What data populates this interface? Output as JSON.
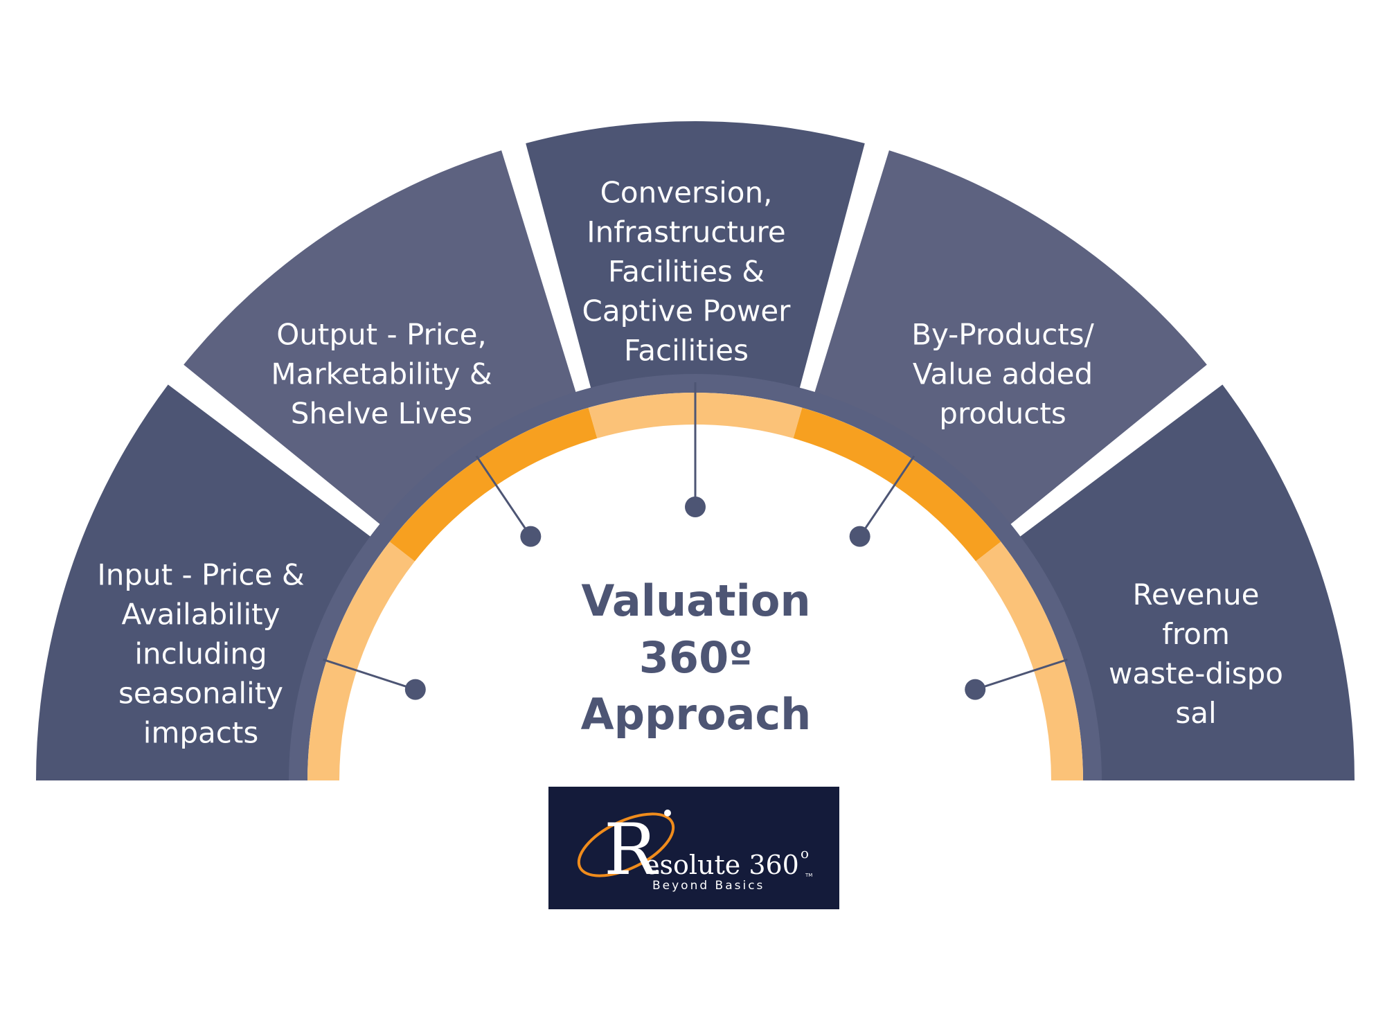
{
  "colors": {
    "segment_dark": "#4d5574",
    "segment_light": "#5d6280",
    "ring_dark_orange": "#f7a020",
    "ring_light_orange": "#fbc278",
    "ring_border": "#5a6181",
    "connector": "#4d5574",
    "title": "#4d5574",
    "logo_bg": "#141b3a",
    "logo_orbit": "#f08c1c"
  },
  "segments": [
    {
      "id": "input",
      "lines": [
        "Input - Price &",
        "Availability",
        "including",
        "seasonality",
        "impacts"
      ]
    },
    {
      "id": "output",
      "lines": [
        "Output - Price,",
        "Marketability &",
        "Shelve Lives"
      ]
    },
    {
      "id": "conversion",
      "lines": [
        "Conversion,",
        "Infrastructure",
        "Facilities &",
        "Captive Power",
        "Facilities"
      ]
    },
    {
      "id": "byproducts",
      "lines": [
        "By-Products/",
        "Value added",
        "products"
      ]
    },
    {
      "id": "revenue",
      "lines": [
        "Revenue",
        "from",
        "waste-dispo",
        "sal"
      ]
    }
  ],
  "center_title": {
    "lines": [
      "Valuation",
      "360º",
      "Approach"
    ]
  },
  "logo": {
    "brand_letter": "R",
    "brand_name": "esolute 360",
    "degree": "o",
    "trademark": "TM",
    "tagline": "Beyond Basics"
  }
}
